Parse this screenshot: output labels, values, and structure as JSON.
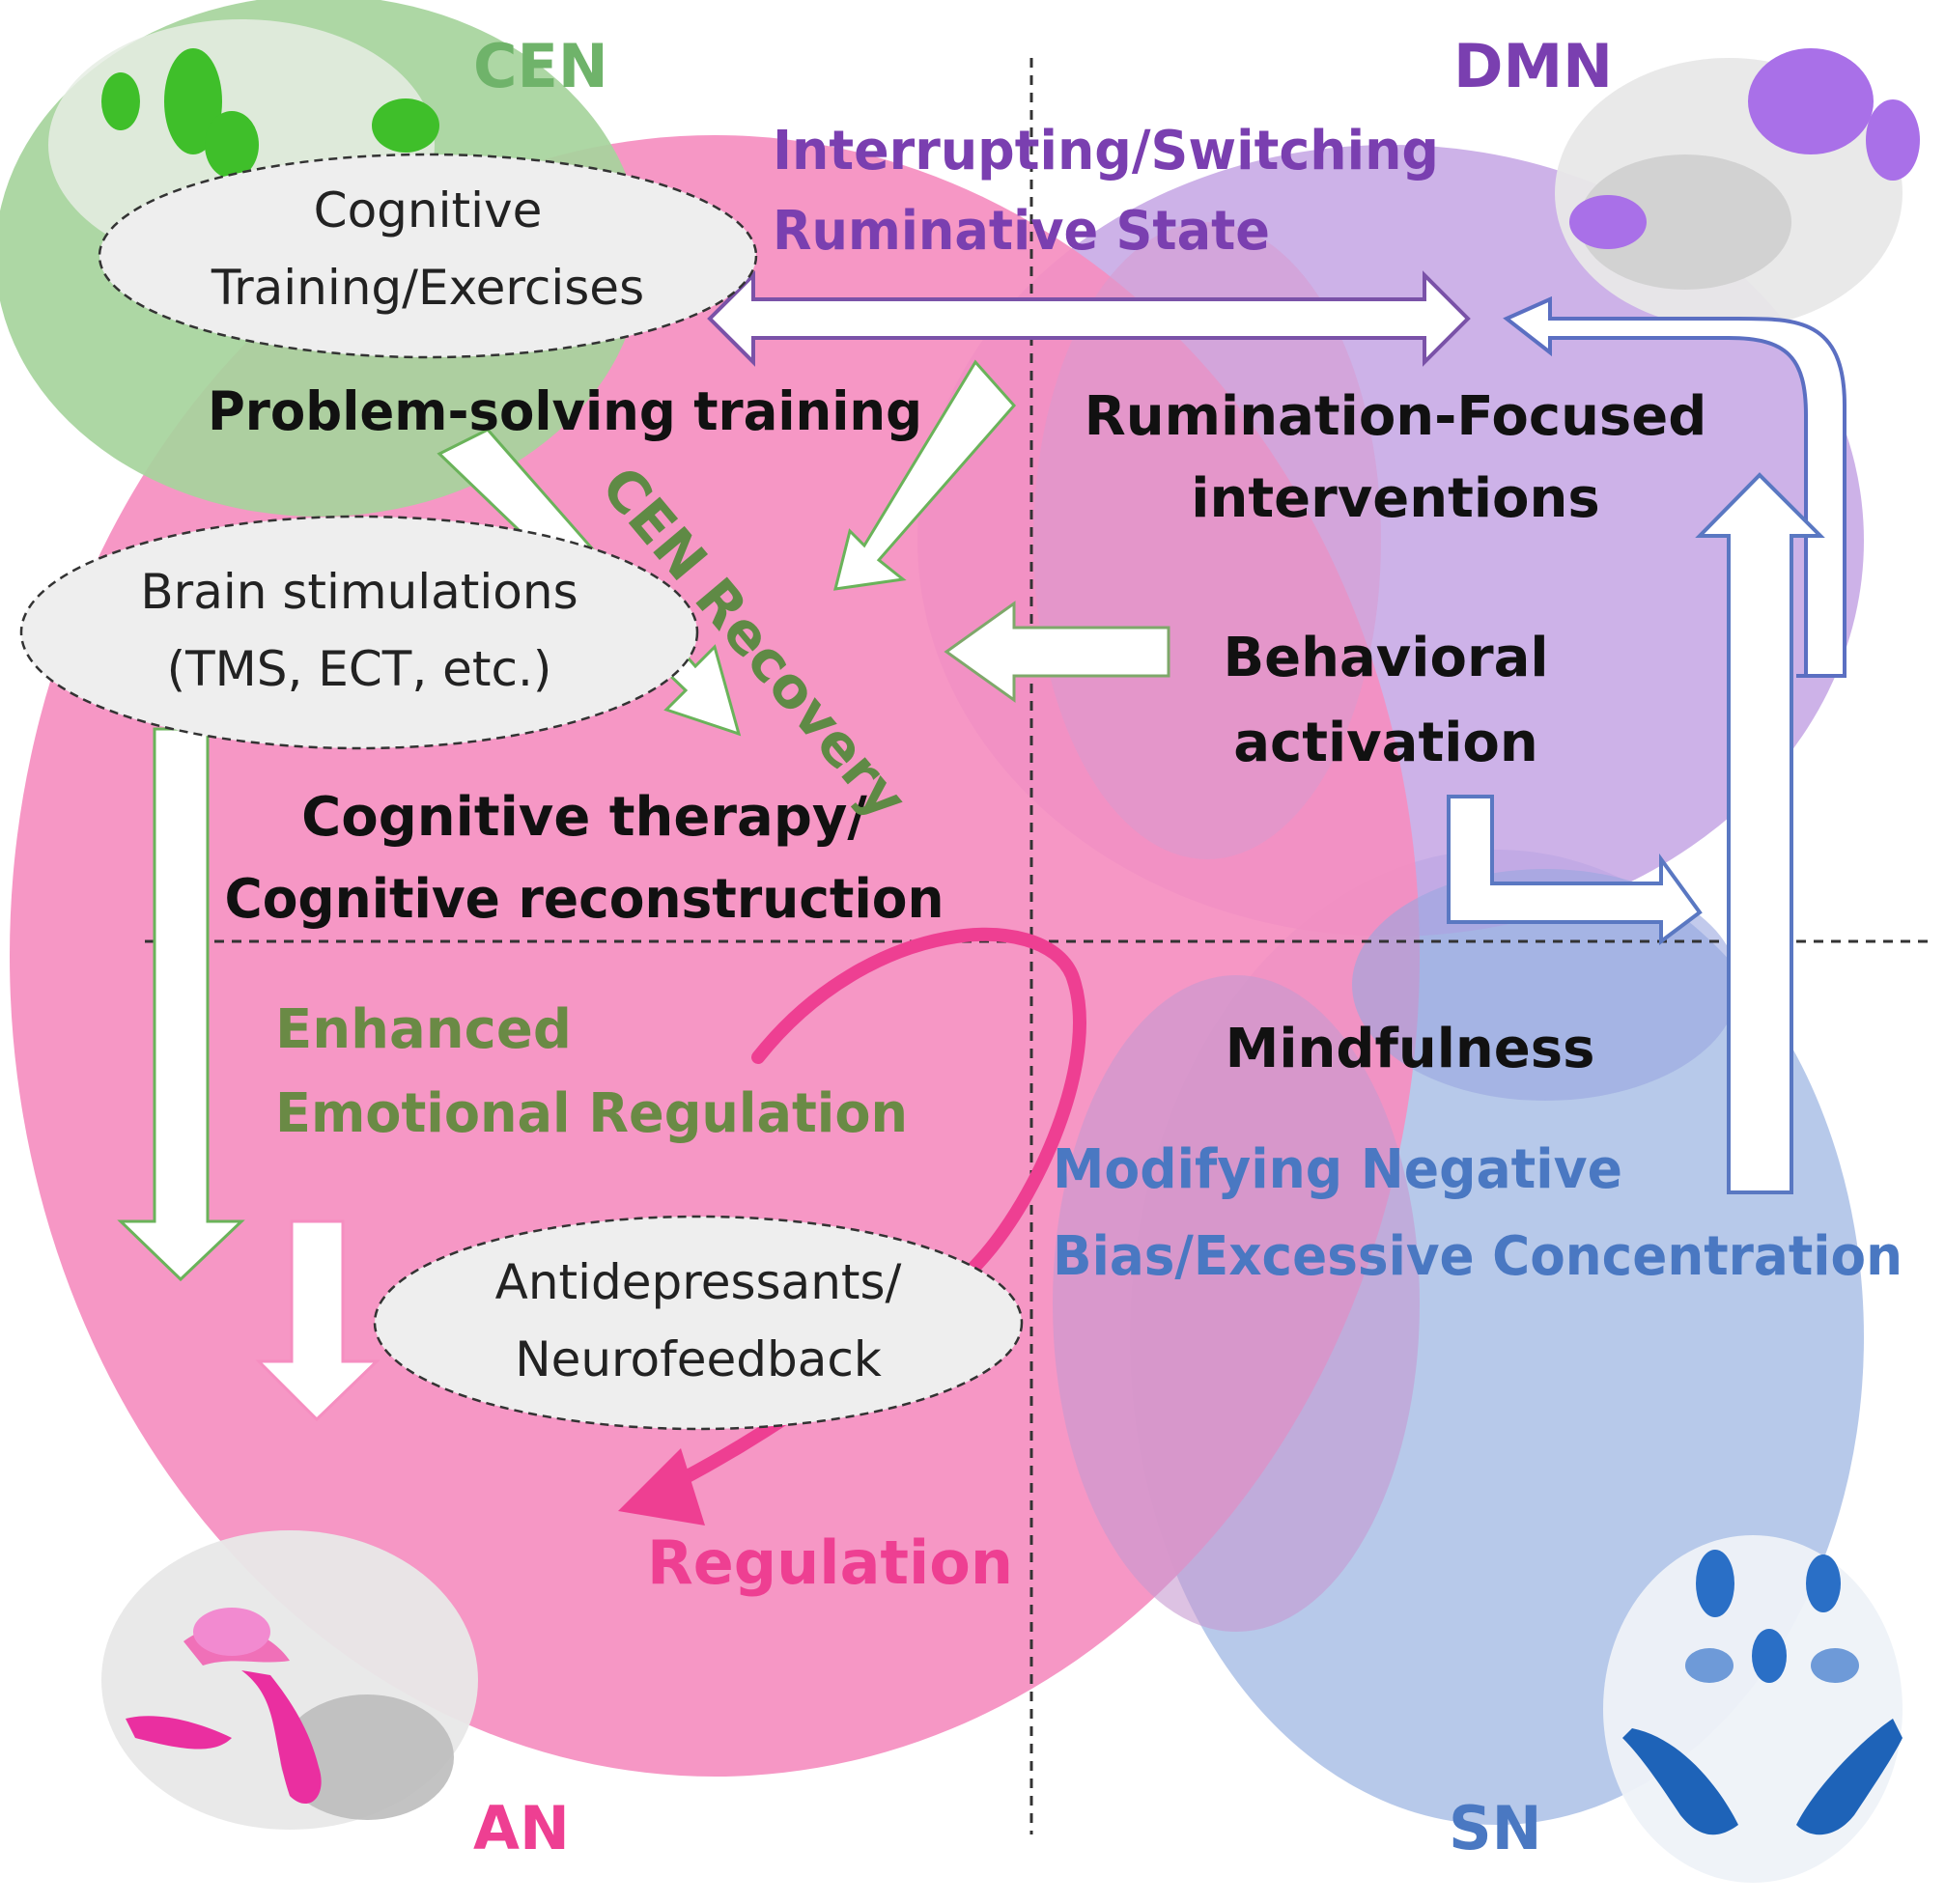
{
  "networks": {
    "cen": {
      "label": "CEN",
      "color": "#6fb36a"
    },
    "dmn": {
      "label": "DMN",
      "color": "#7a3fb0"
    },
    "an": {
      "label": "AN",
      "color": "#ee3f92"
    },
    "sn": {
      "label": "SN",
      "color": "#4a78c2"
    }
  },
  "ellipses": {
    "cognitive_training": [
      "Cognitive",
      "Training/Exercises"
    ],
    "brain_stimulation": [
      "Brain stimulations",
      "(TMS, ECT, etc.)"
    ],
    "antidepressants": [
      "Antidepressants/",
      "Neurofeedback"
    ]
  },
  "interventions": {
    "problem_solving": "Problem-solving training",
    "rumination_focused": [
      "Rumination-Focused",
      "interventions"
    ],
    "behavioral_activation": [
      "Behavioral",
      "activation"
    ],
    "cognitive_therapy": [
      "Cognitive therapy/",
      "Cognitive reconstruction"
    ],
    "mindfulness": "Mindfulness"
  },
  "effects": {
    "interrupting": [
      "Interrupting/Switching",
      "Ruminative State"
    ],
    "cen_recovery": "CEN Recovery",
    "enhanced_regulation": [
      "Enhanced",
      "Emotional Regulation"
    ],
    "modifying_bias": [
      "Modifying Negative",
      "Bias/Excessive Concentration"
    ],
    "regulation": "Regulation"
  }
}
